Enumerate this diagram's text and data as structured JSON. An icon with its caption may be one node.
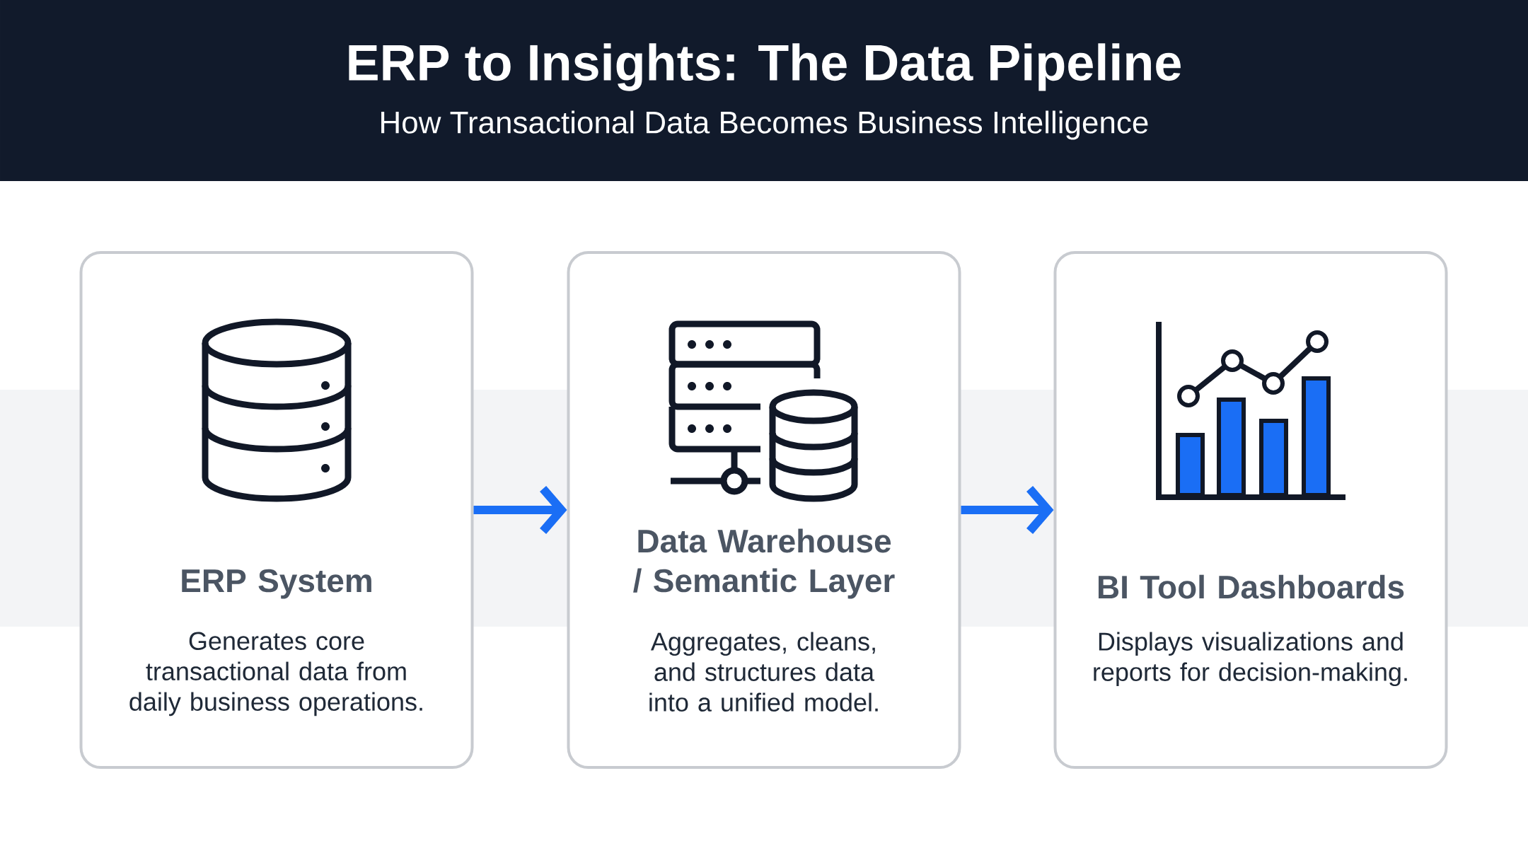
{
  "diagram": {
    "title": "ERP to Insights: The Data Pipeline",
    "nodes": [
      {
        "text": [
          "ERP System",
          "Generates core transactional data from daily business operations."
        ]
      },
      {
        "text": [
          "Data Warehouse / Semantic Layer",
          "Aggregates, cleans, and structures data into a unified model."
        ]
      },
      {
        "text": [
          "BI Tool Dashboards",
          "Displays visualizations and reports for decision-making."
        ]
      }
    ],
    "edges": [
      {
        "from": 0,
        "to": 1,
        "arrow": "to"
      },
      {
        "from": 1,
        "to": 2,
        "arrow": "to"
      }
    ],
    "labels": [
      "How Transactional Data Becomes Business Intelligence"
    ]
  }
}
